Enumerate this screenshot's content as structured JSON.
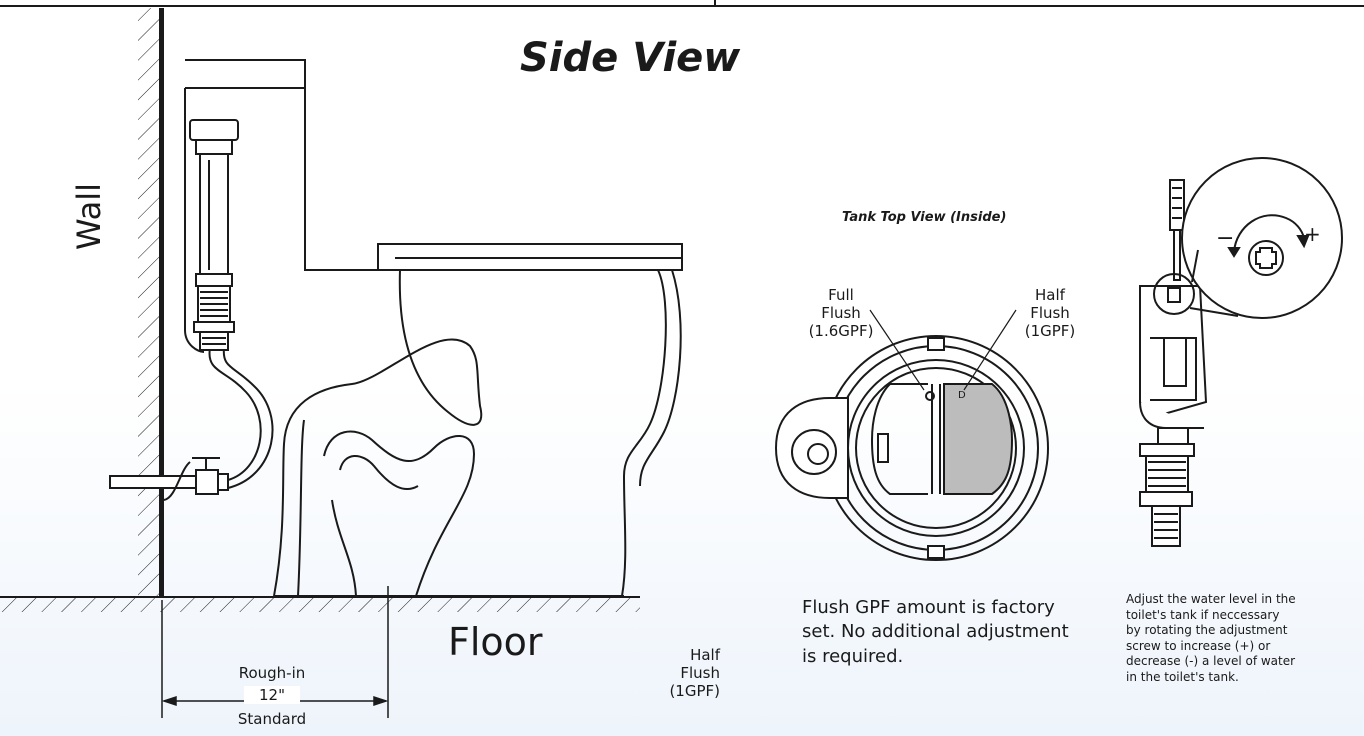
{
  "header": {
    "title": "Side View"
  },
  "labels": {
    "wall": "Wall",
    "floor": "Floor",
    "tank_top_view": "Tank Top View (Inside)"
  },
  "full_flush": {
    "line1": "Full",
    "line2": "Flush",
    "line3": "(1.6GPF)"
  },
  "half_flush": {
    "line1": "Half",
    "line2": "Flush",
    "line3": "(1GPF)"
  },
  "half_flush_bottom": {
    "line1": "Half",
    "line2": "Flush",
    "line3": "(1GPF)"
  },
  "rough_in": {
    "label": "Rough-in",
    "value": "12\"",
    "sub": "Standard"
  },
  "notes": {
    "gpf": "Flush GPF amount is factory set. No additional adjustment is required.",
    "adjust": "Adjust the water level in the toilet's tank if neccessary by rotating the adjustment screw to increase (+) or decrease (-) a level of water in the toilet's tank."
  },
  "adjust_symbols": {
    "minus": "−",
    "plus": "+"
  },
  "valve_markers": {
    "left": "O",
    "right": "D"
  },
  "colors": {
    "line": "#1a1a1a",
    "half_fill": "#bcbcbc",
    "accent_bg": "#eef4fb"
  }
}
